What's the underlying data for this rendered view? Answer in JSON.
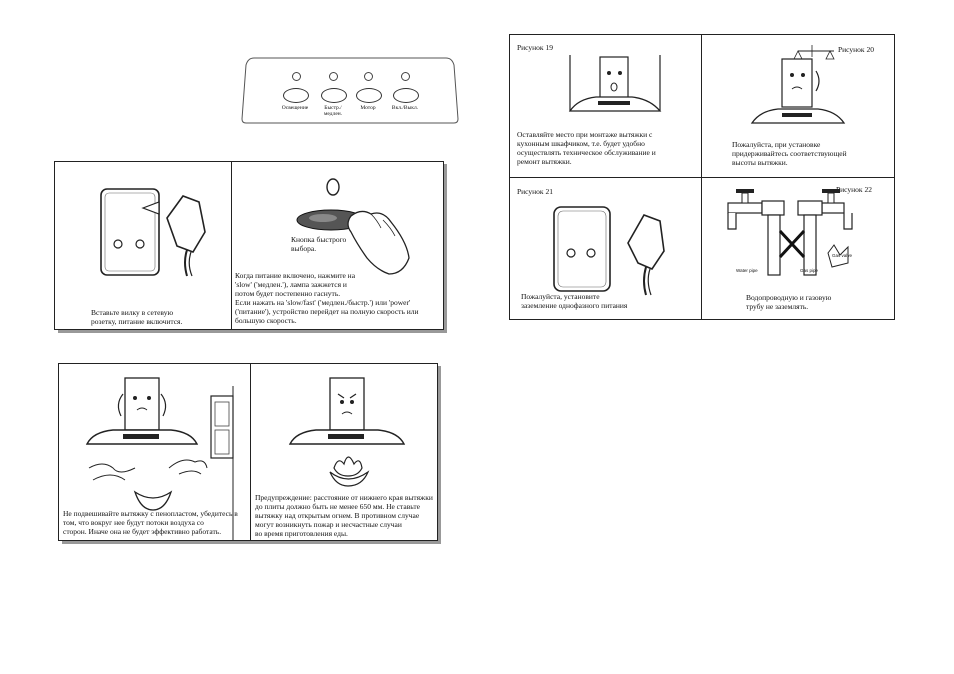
{
  "control_panel": {
    "buttons": [
      {
        "label": "Освещение"
      },
      {
        "label": "Быстр./\nмедлен."
      },
      {
        "label": "Мотор"
      },
      {
        "label": "Вкл./Выкл."
      }
    ]
  },
  "panel_a": {
    "left_caption": "Вставьте вилку в сетевую\nрозетку, питание включится.",
    "right_label": "Кнопка быстрого\nвыбора.",
    "right_caption": "Когда питание включено, нажмите на\n'slow' ('медлен.'), лампа зажжется и\nпотом будет постепенно гаснуть.\nЕсли нажать на 'slow/fast' ('медлен./быстр.') или 'power'\n('питание'), устройство перейдет на полную скорость или\nбольшую скорость."
  },
  "panel_b": {
    "left_caption": "Не подвешивайте вытяжку с пенопластом, убедитесь в\nтом, что вокруг нее будут потоки воздуха со\nсторон. Иначе она не будет эффективно работать.",
    "right_caption": "Предупреждение: расстояние от нижнего края вытяжки\nдо плиты должно быть не менее 650 мм. Не ставьте\nвытяжку над открытым огнем. В противном случае\nмогут возникнуть пожар и несчастные случаи\nво время приготовления еды."
  },
  "figures": {
    "fig19": {
      "title": "Рисунок 19",
      "caption": "Оставляйте место при монтаже вытяжки с\nкухонным шкафчиком, т.е. будет удобно\nосуществлять техническое обслуживание и\nремонт вытяжки."
    },
    "fig20": {
      "title": "Рисунок 20",
      "caption": "Пожалуйста, при установке\nпридерживайтесь соответствующей\nвысоты вытяжки."
    },
    "fig21": {
      "title": "Рисунок 21",
      "caption": "Пожалуйста, установите\nзаземление однофазного питания"
    },
    "fig22": {
      "title": "Рисунок 22",
      "caption": "Водопроводную и газовую\nтрубу не заземлять.",
      "label_water": "Water pipe",
      "label_gas": "Gas pipe",
      "label_gasvalve": "Gas valve"
    }
  }
}
